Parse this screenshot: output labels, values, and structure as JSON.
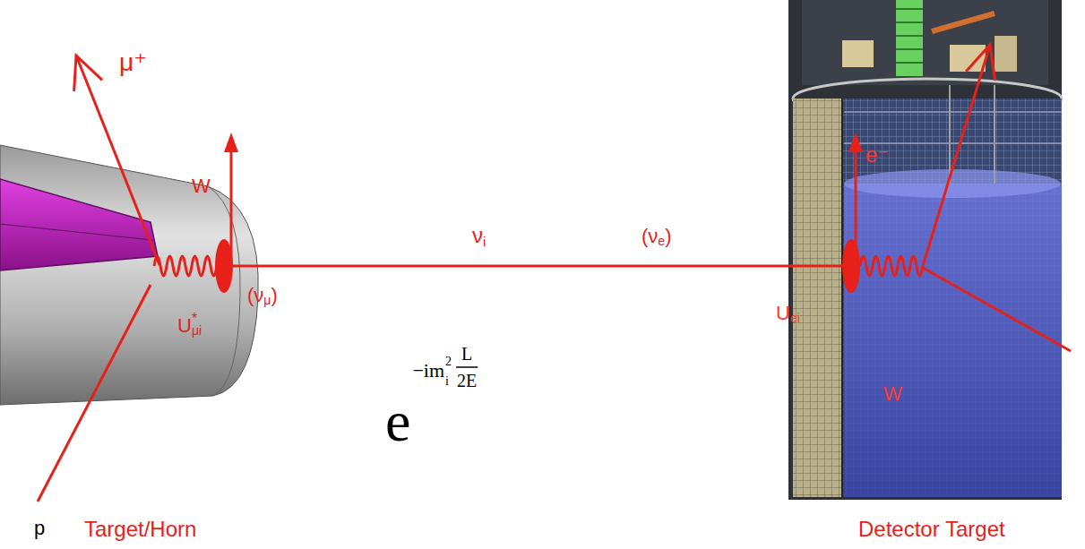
{
  "diagram": {
    "labels": [
      "μ⁺",
      "W",
      "(ν",
      "μ",
      ")",
      "U",
      "μi",
      "*",
      "ν",
      "i",
      "(ν",
      "e",
      ")",
      "e",
      "−im",
      "i",
      "2",
      "L",
      "2E",
      "Target/Horn",
      "p",
      "e⁻",
      "U",
      "ei",
      "W",
      "Detector Target"
    ]
  }
}
